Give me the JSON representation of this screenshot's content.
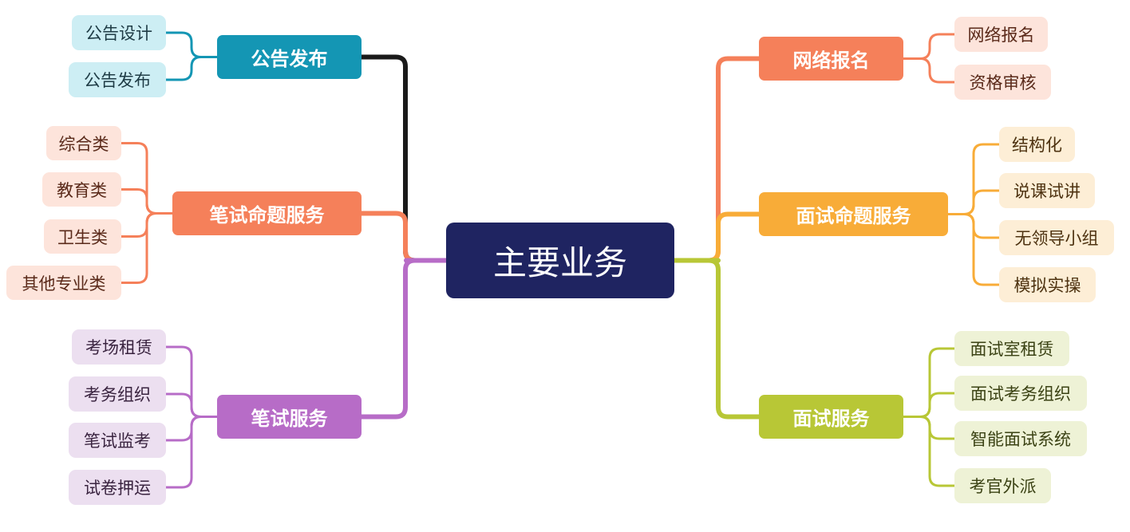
{
  "root": {
    "label": "主要业务",
    "color": "#1f2461"
  },
  "branches": [
    {
      "id": "announce",
      "label": "公告发布",
      "side": "left",
      "color": "#1496b4",
      "link_color": "#1a1a1a",
      "leaf_bg": "#cdeef4",
      "leaf_text": "#1f3c46",
      "children": [
        "公告设计",
        "公告发布"
      ]
    },
    {
      "id": "written-proposition",
      "label": "笔试命题服务",
      "side": "left",
      "color": "#f5805a",
      "link_color": "#f5805a",
      "leaf_bg": "#fde4db",
      "leaf_text": "#5a2a1a",
      "children": [
        "综合类",
        "教育类",
        "卫生类",
        "其他专业类"
      ]
    },
    {
      "id": "written-service",
      "label": "笔试服务",
      "side": "left",
      "color": "#b76cc7",
      "link_color": "#b76cc7",
      "leaf_bg": "#ecdff0",
      "leaf_text": "#3a2440",
      "children": [
        "考场租赁",
        "考务组织",
        "笔试监考",
        "试卷押运"
      ]
    },
    {
      "id": "online-registration",
      "label": "网络报名",
      "side": "right",
      "color": "#f5805a",
      "link_color": "#f5805a",
      "leaf_bg": "#fde4db",
      "leaf_text": "#5a2a1a",
      "children": [
        "网络报名",
        "资格审核"
      ]
    },
    {
      "id": "interview-proposition",
      "label": "面试命题服务",
      "side": "right",
      "color": "#f8ac38",
      "link_color": "#f8ac38",
      "leaf_bg": "#fdeed6",
      "leaf_text": "#4d3210",
      "children": [
        "结构化",
        "说课试讲",
        "无领导小组",
        "模拟实操"
      ]
    },
    {
      "id": "interview-service",
      "label": "面试服务",
      "side": "right",
      "color": "#b8c736",
      "link_color": "#b8c736",
      "leaf_bg": "#eef2d6",
      "leaf_text": "#3b4214",
      "children": [
        "面试室租赁",
        "面试考务组织",
        "智能面试系统",
        "考官外派"
      ]
    }
  ]
}
